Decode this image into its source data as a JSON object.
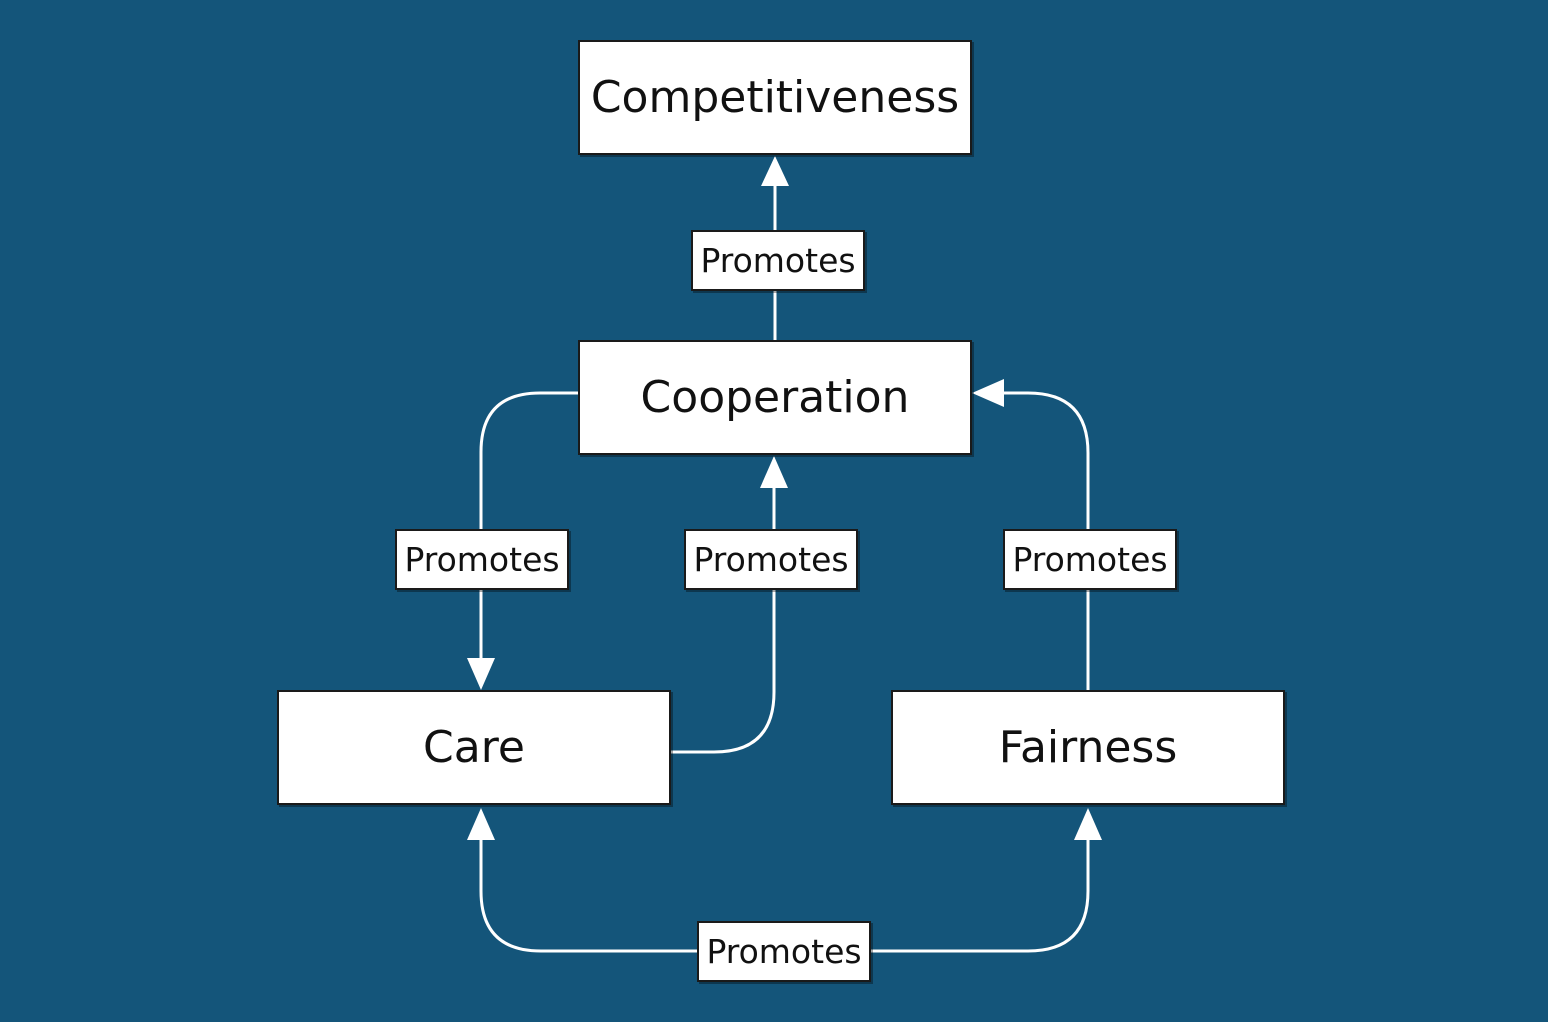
{
  "theme": {
    "background": "#14557a",
    "edge_color": "#ffffff",
    "node_fill": "#ffffff",
    "node_border": "#1a1a1a",
    "text_color": "#111111"
  },
  "nodes": {
    "competitiveness": "Competitiveness",
    "cooperation": "Cooperation",
    "care": "Care",
    "fairness": "Fairness"
  },
  "edges": [
    {
      "from": "Cooperation",
      "to": "Competitiveness",
      "label": "Promotes"
    },
    {
      "from": "Cooperation",
      "to": "Care",
      "label": "Promotes"
    },
    {
      "from": "Care",
      "to": "Cooperation",
      "label": "Promotes"
    },
    {
      "from": "Fairness",
      "to": "Cooperation",
      "label": "Promotes"
    },
    {
      "from": "Fairness",
      "to": "Care",
      "label": "Promotes"
    }
  ]
}
